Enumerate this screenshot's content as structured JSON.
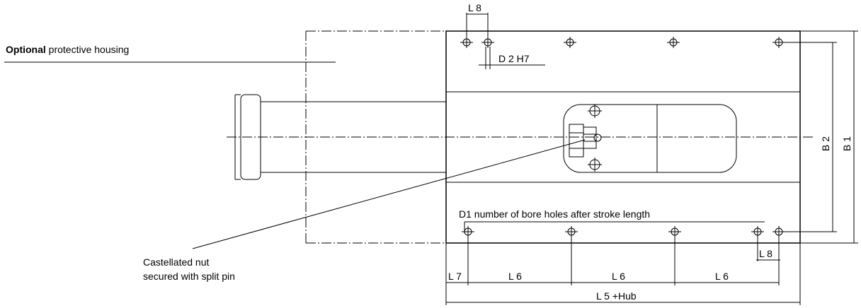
{
  "callouts": {
    "housing_bold": "Optional",
    "housing_rest": " protective housing",
    "nut_line1": "Castellated nut",
    "nut_line2": "secured with split pin"
  },
  "dimensions": {
    "top_l8": "L 8",
    "d2": "D 2 H7",
    "d1": "D1 number of bore holes after stroke length",
    "right_l8": "L 8",
    "l7": "L 7",
    "l6_a": "L 6",
    "l6_b": "L 6",
    "l6_c": "L 6",
    "l5": "L 5 +Hub",
    "b2": "B 2",
    "b1": "B 1"
  }
}
